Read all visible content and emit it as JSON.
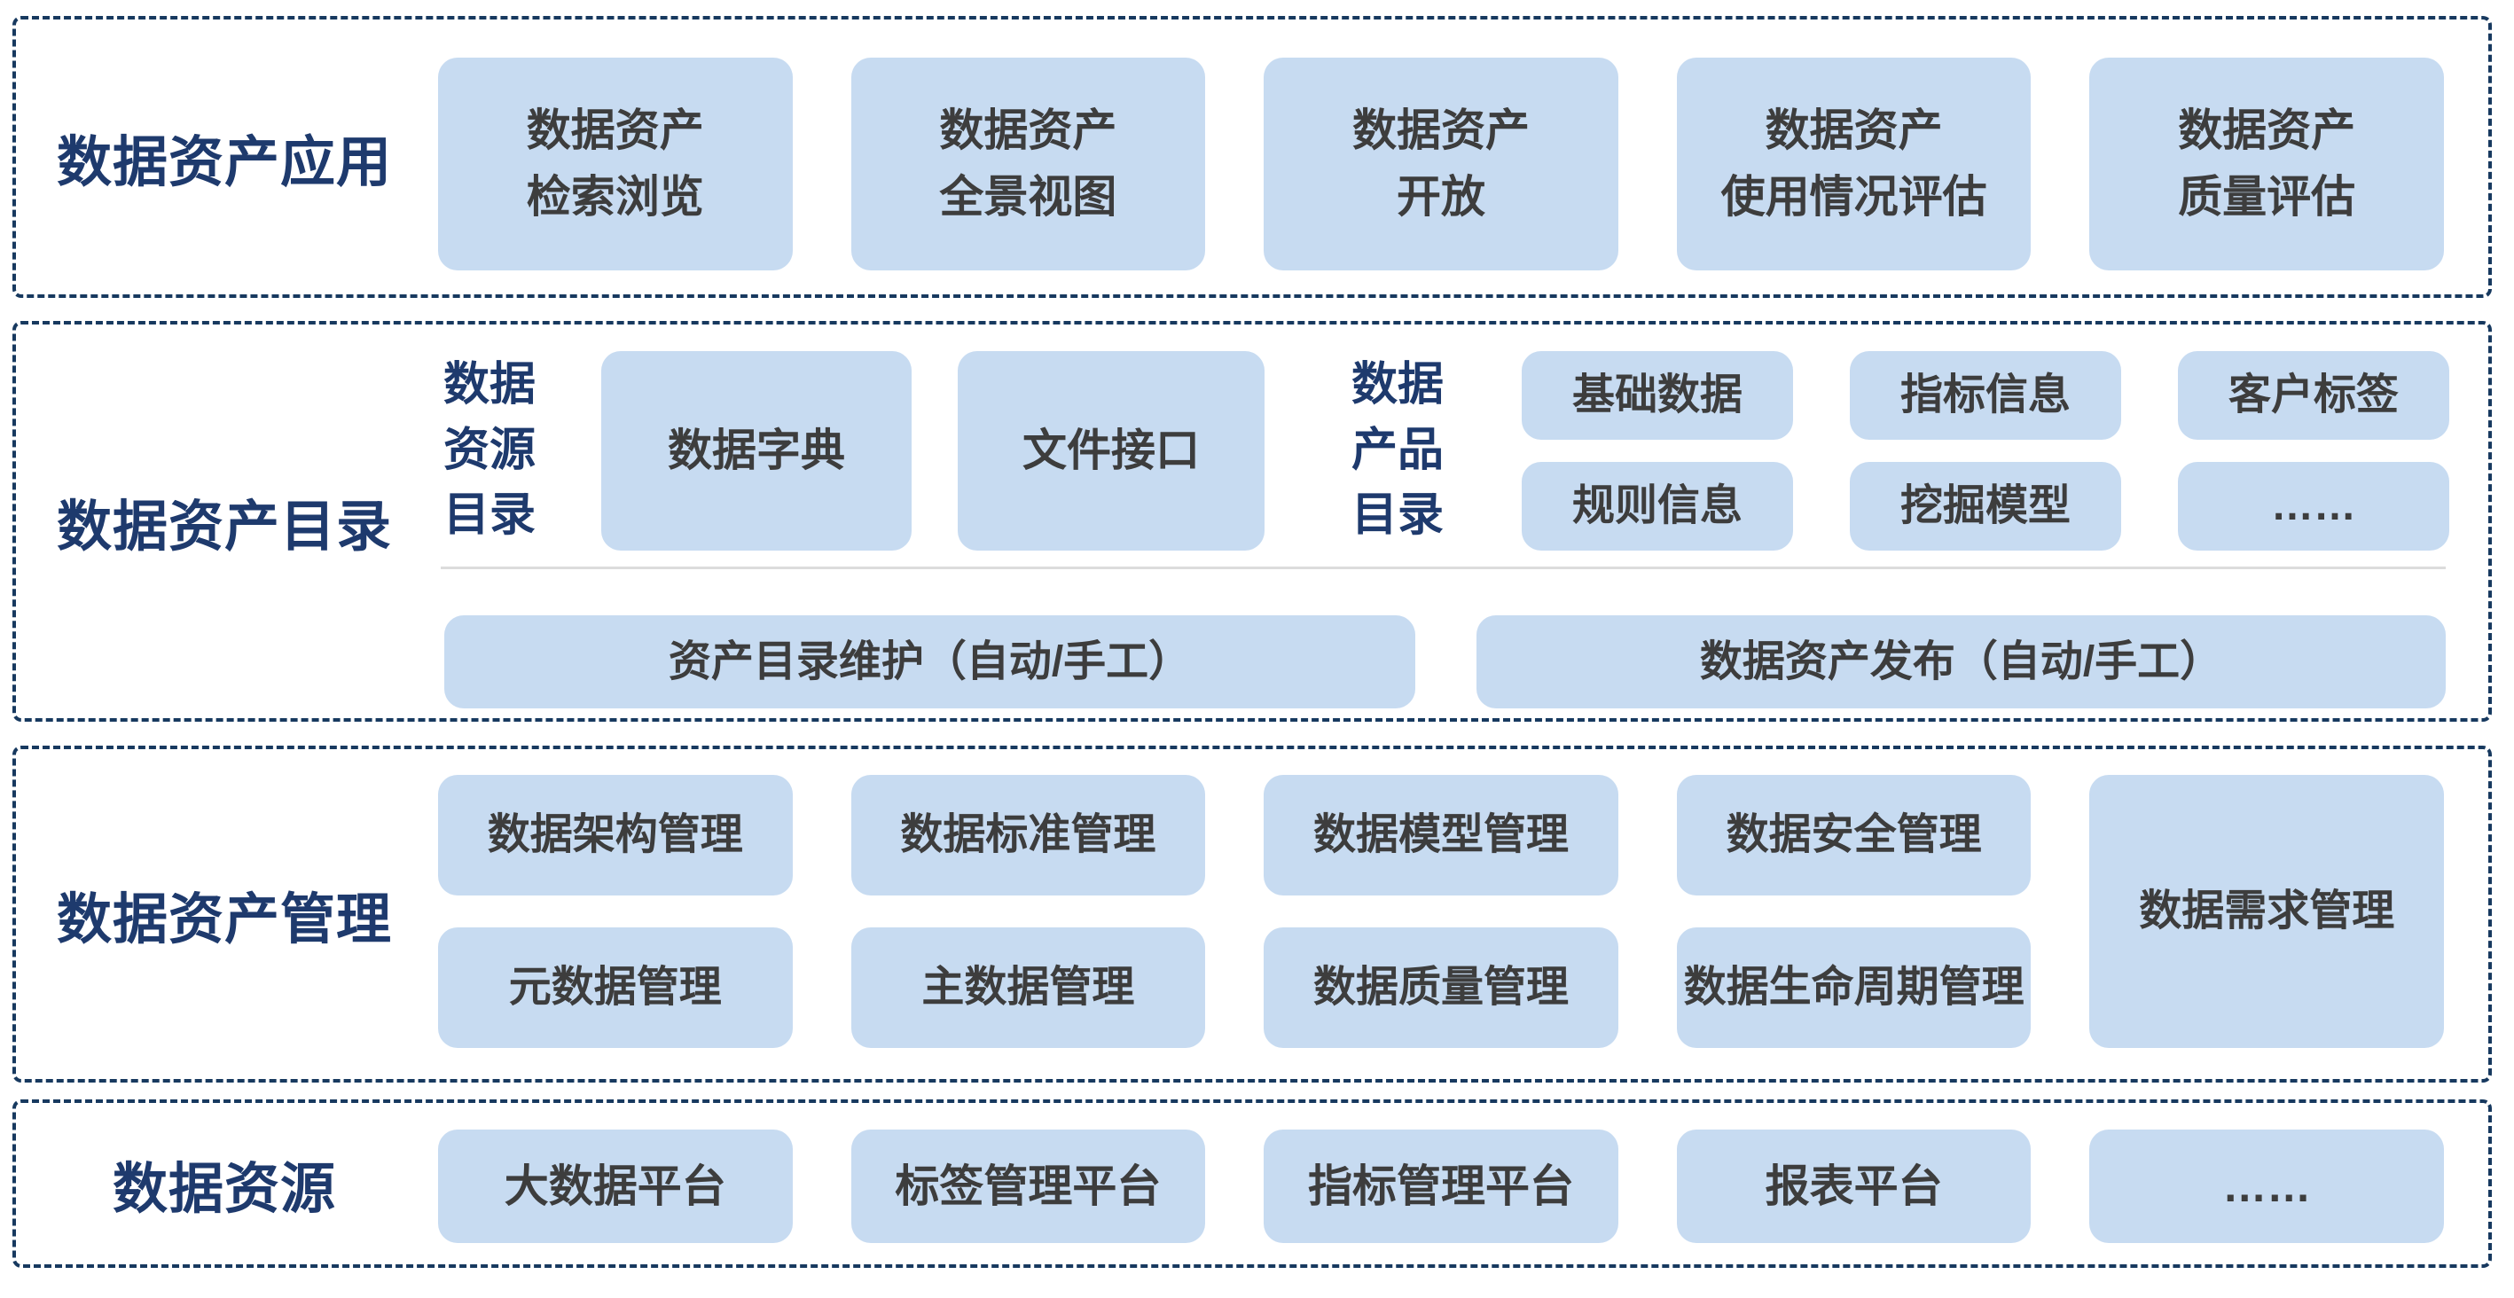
{
  "colors": {
    "background": "#FFFFFF",
    "border": "#17395F",
    "box_fill": "#C7DBF1",
    "label_text": "#1E3A6D",
    "box_text": "#3D3D3D",
    "divider": "#DCDCDC"
  },
  "sections": [
    {
      "label": "数据资产应用",
      "boxes": [
        "数据资产\n检索浏览",
        "数据资产\n全景视图",
        "数据资产\n开放",
        "数据资产\n使用情况评估",
        "数据资产\n质量评估"
      ]
    },
    {
      "label": "数据资产目录",
      "resource_catalog": {
        "label": "数据\n资源\n目录",
        "boxes": [
          "数据字典",
          "文件接口"
        ]
      },
      "product_catalog": {
        "label": "数据\n产品\n目录",
        "boxes": [
          "基础数据",
          "指标信息",
          "客户标签",
          "规则信息",
          "挖掘模型",
          "……"
        ]
      },
      "bottom_boxes": [
        "资产目录维护（自动/手工）",
        "数据资产发布（自动/手工）"
      ]
    },
    {
      "label": "数据资产管理",
      "row1": [
        "数据架构管理",
        "数据标准管理",
        "数据模型管理",
        "数据安全管理"
      ],
      "row2": [
        "元数据管理",
        "主数据管理",
        "数据质量管理",
        "数据生命周期管理"
      ],
      "tall_box": "数据需求管理"
    },
    {
      "label": "数据资源",
      "boxes": [
        "大数据平台",
        "标签管理平台",
        "指标管理平台",
        "报表平台",
        "……"
      ]
    }
  ]
}
